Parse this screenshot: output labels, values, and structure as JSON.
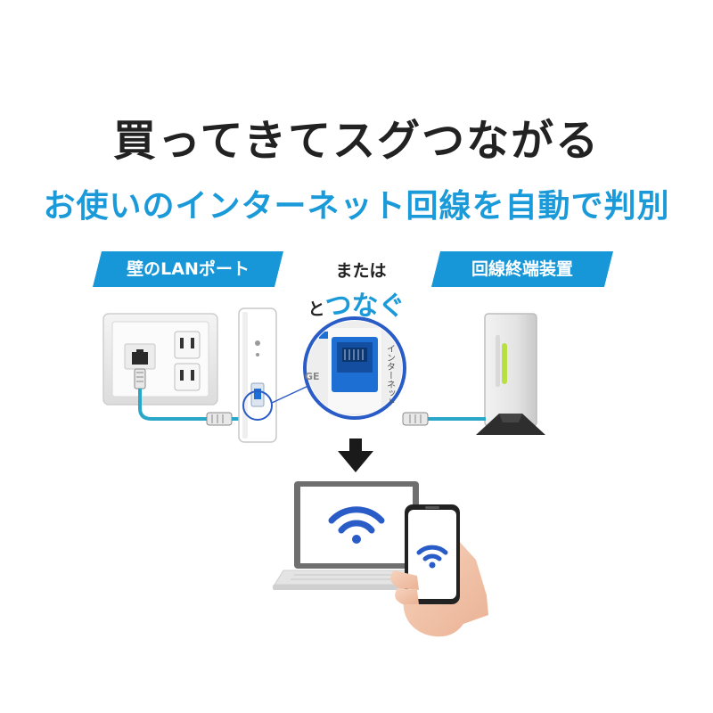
{
  "headline": "買ってきてスグつながる",
  "subheadline": "お使いのインターネット回線を自動で判別",
  "left_tag": "壁のLANポート",
  "right_tag": "回線終端装置",
  "middle": {
    "or_text": "または",
    "to_text": "と",
    "connect_text": "つなぐ"
  },
  "product_side_text": "インターネット",
  "product_edge_text": "GE",
  "colors": {
    "accent_blue": "#1a9ad9",
    "tag_blue": "#1797d7",
    "cable_blue": "#2aa6c9",
    "wifi_blue": "#2a5cc7",
    "port_blue": "#1e6fd4",
    "text_dark": "#222222",
    "ont_light": "#b9e043"
  },
  "icons": {
    "arrow": "down-arrow-icon",
    "wifi_laptop": "wifi-icon",
    "wifi_phone": "wifi-icon"
  }
}
